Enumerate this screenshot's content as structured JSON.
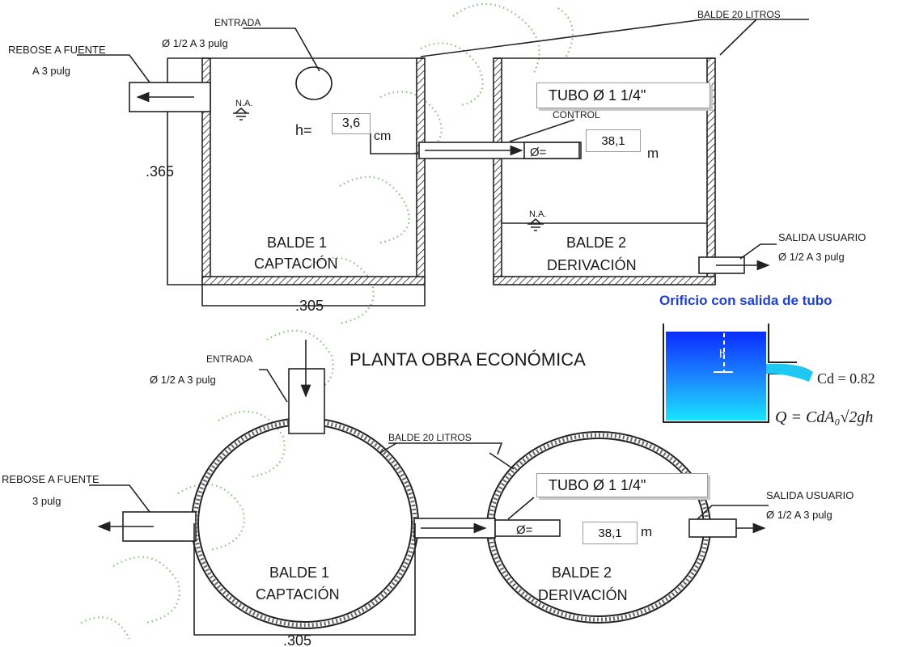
{
  "elevation": {
    "entrada_title": "ENTRADA",
    "entrada_spec": "Ø 1/2 A 3 pulg",
    "rebose_title": "REBOSE A FUENTE",
    "rebose_spec": "A 3 pulg",
    "balde_20": "BALDE 20 LITROS",
    "na_left": "N.A.",
    "na_right": "N.A.",
    "h_label": "h=",
    "h_value": "3,6",
    "h_unit": "cm",
    "tubo_label": "TUBO Ø 1 1/4\"",
    "control_label": "CONTROL",
    "phi_label": "Ø=",
    "phi_value": "38,1",
    "phi_unit": "m",
    "height_dim": ".365",
    "width_dim": ".305",
    "balde1_line1": "BALDE 1",
    "balde1_line2": "CAPTACIÓN",
    "balde2_line1": "BALDE 2",
    "balde2_line2": "DERIVACIÓN",
    "salida_title": "SALIDA USUARIO",
    "salida_spec": "Ø 1/2 A 3 pulg"
  },
  "inset": {
    "title": "Orificio con salida de tubo",
    "h_label": "h",
    "cd": "Cd = 0.82",
    "formula": "Q = CdA₀√2gh",
    "title_color": "#1f3fd0"
  },
  "plan": {
    "title": "PLANTA OBRA ECONÓMICA",
    "entrada_title": "ENTRADA",
    "entrada_spec": "Ø 1/2 A 3 pulg",
    "rebose_title": "REBOSE A FUENTE",
    "rebose_spec": "3 pulg",
    "balde_20": "BALDE 20 LITROS",
    "tubo_label": "TUBO Ø 1 1/4\"",
    "phi_label": "Ø=",
    "phi_value": "38,1",
    "phi_unit": "m",
    "width_dim": ".305",
    "balde1_line1": "BALDE 1",
    "balde1_line2": "CAPTACIÓN",
    "balde2_line1": "BALDE 2",
    "balde2_line2": "DERIVACIÓN",
    "salida_title": "SALIDA USUARIO",
    "salida_spec": "Ø 1/2 A 3 pulg"
  }
}
